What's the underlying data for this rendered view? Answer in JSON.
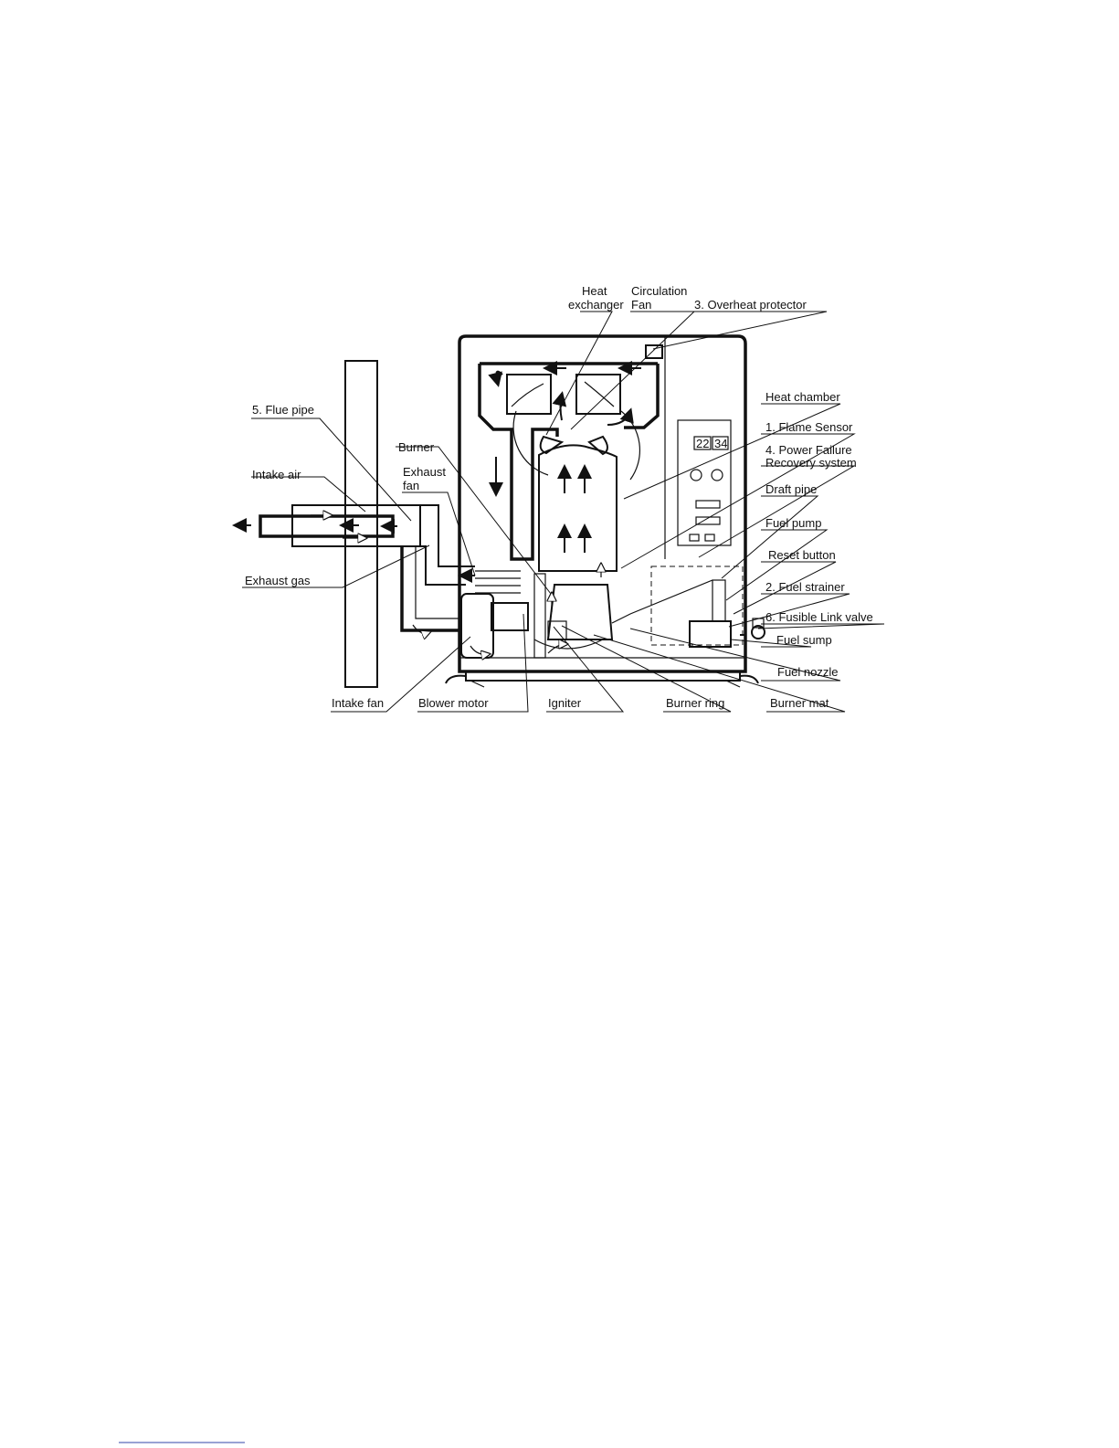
{
  "labels": {
    "heat_exchanger": [
      "Heat",
      "exchanger"
    ],
    "circulation_fan": [
      "Circulation",
      "Fan"
    ],
    "overheat_protector": "3. Overheat protector",
    "heat_chamber": "Heat chamber",
    "flame_sensor": "1. Flame Sensor",
    "power_failure": [
      "4. Power Failure",
      "Recovery system"
    ],
    "flue_pipe": "5. Flue pipe",
    "burner": "Burner",
    "exhaust_fan": [
      "Exhaust",
      "fan"
    ],
    "intake_air": "Intake air",
    "draft_pipe": "Draft pipe",
    "fuel_pump": "Fuel pump",
    "reset_button": "Reset button",
    "fuel_strainer": "2. Fuel strainer",
    "fusible_link_valve": "6. Fusible Link valve",
    "exhaust_gas": "Exhaust gas",
    "fuel_sump": "Fuel sump",
    "fuel_nozzle": "Fuel nozzle",
    "intake_fan": "Intake fan",
    "blower_motor": "Blower motor",
    "igniter": "Igniter",
    "burner_ring": "Burner ring",
    "burner_mat": "Burner mat"
  },
  "panel": {
    "display_left": "22",
    "display_right": "34"
  }
}
